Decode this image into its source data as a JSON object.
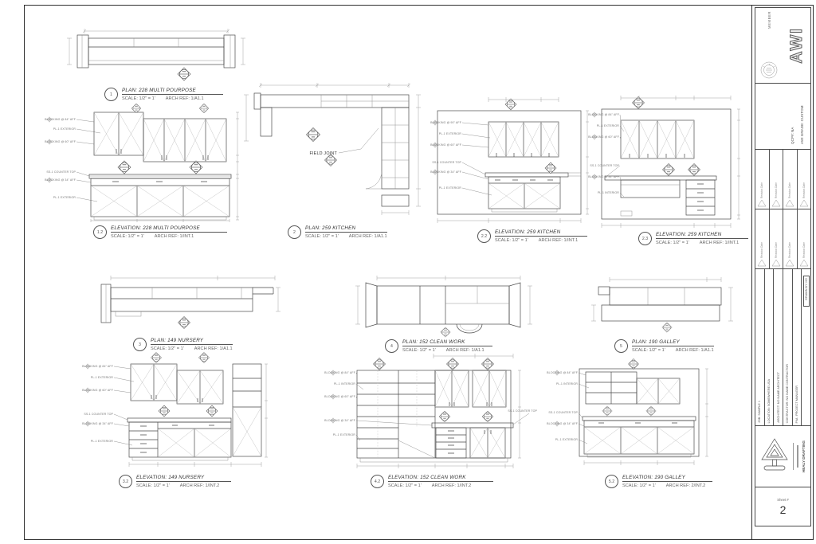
{
  "sheet": {
    "drawings": {
      "plan1": {
        "num": "1",
        "title": "PLAN: 228 MULTI POURPOSE",
        "scale": "SCALE: 1/2\" = 1'",
        "ref": "ARCH REF:  1/A1.1"
      },
      "elev12": {
        "num": "1.2",
        "title": "ELEVATION: 228 MULTI POURPOSE",
        "scale": "SCALE: 1/2\" = 1'",
        "ref": "ARCH REF:  1/INT.1"
      },
      "plan2": {
        "num": "2",
        "title": "PLAN: 259 KITCHEN",
        "scale": "SCALE: 1/2\" = 1'",
        "ref": "ARCH REF:  1/A1.1"
      },
      "elev22": {
        "num": "2.2",
        "title": "ELEVATION: 259 KITCHEN",
        "scale": "SCALE: 1/2\" = 1'",
        "ref": "ARCH REF:  1/INT.1"
      },
      "elev23": {
        "num": "2.3",
        "title": "ELEVATION: 259 KITCHEN",
        "scale": "SCALE: 1/2\" = 1'",
        "ref": "ARCH REF:  1/INT.1"
      },
      "plan3": {
        "num": "3",
        "title": "PLAN: 149 NURSERY",
        "scale": "SCALE: 1/2\" = 1'",
        "ref": "ARCH REF:  1/A1.1"
      },
      "plan4": {
        "num": "4",
        "title": "PLAN: 152 CLEAN WORK",
        "scale": "SCALE: 1/2\" = 1'",
        "ref": "ARCH REF:  1/A1.1"
      },
      "plan5": {
        "num": "5",
        "title": "PLAN: 190 GALLEY",
        "scale": "SCALE: 1/2\" = 1'",
        "ref": "ARCH REF:  1/A1.1"
      },
      "elev32": {
        "num": "3.2",
        "title": "ELEVATION: 149 NURSERY",
        "scale": "SCALE: 1/2\" = 1'",
        "ref": "ARCH REF:  1/INT.2"
      },
      "elev42": {
        "num": "4.2",
        "title": "ELEVATION: 152 CLEAN WORK",
        "scale": "SCALE: 1/2\" = 1'",
        "ref": "ARCH REF:  1/INT.2"
      },
      "elev52": {
        "num": "5.2",
        "title": "ELEVATION: 190 GALLEY",
        "scale": "SCALE: 1/2\" = 1'",
        "ref": "ARCH REF:  2/INT.2"
      }
    },
    "labels": {
      "field_joint": "FIELD JOINT",
      "blocking_90": "BLOCKING @ 90\" AFF",
      "blocking_84": "BLOCKING @ 84\" AFF",
      "blocking_60": "BLOCKING @ 60\" AFF",
      "blocking_34": "BLOCKING @ 34\" AFF",
      "pl1_exterior": "PL-1 EXTERIOR",
      "pl1_interior": "PL-1 INTERIOR",
      "ss1_countertop": "SS-1 COUNTER TOP"
    },
    "titleblock": {
      "member": "MEMBER",
      "awi": "AWI",
      "grade": "AWI GRADE: CUSTOM",
      "qcp": "QCP#: NA",
      "revision_label": "Revision Date",
      "info": {
        "job": "JOB: SAMPLE 1",
        "location": "LOCATION: SOMEWHERE USA",
        "architect": "ARCHITECT: NO NAME ARCHITECT",
        "contractor": "CONTRACTOR: NO NAME CONTRACTOR",
        "pm": "P.M.: PROJECT MANAGER",
        "drawn_by": "DRAWN BY: HD"
      },
      "firm_name": "HEALY DRAFTING",
      "sheet_label": "Sheet #",
      "sheet_number": "2"
    }
  }
}
